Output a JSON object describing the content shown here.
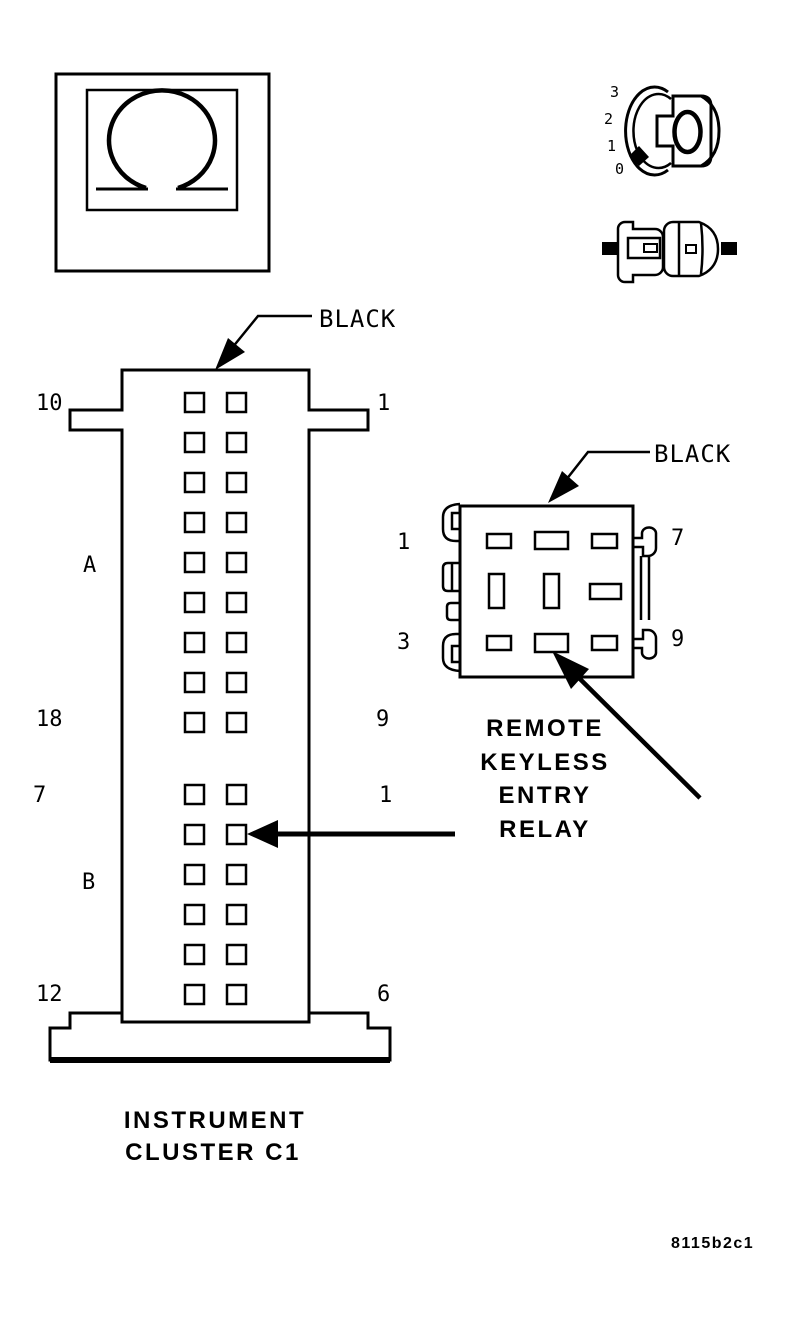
{
  "colors": {
    "ink": "#000000",
    "background": "#ffffff"
  },
  "icons": {
    "ohmmeter": {
      "name": "ohmmeter-symbol"
    },
    "dial": {
      "positions": [
        "3",
        "2",
        "1",
        "0"
      ],
      "knob_label": "0"
    },
    "connector_pair": {
      "name": "disconnect-connector-symbol"
    }
  },
  "cluster_connector": {
    "color_label": "BLACK",
    "caption": [
      "INSTRUMENT",
      "CLUSTER C1"
    ],
    "section_a": {
      "label": "A",
      "rows": 9,
      "top_left_pin": "10",
      "top_right_pin": "1",
      "bottom_left_pin": "18",
      "bottom_right_pin": "9"
    },
    "section_b": {
      "label": "B",
      "rows": 6,
      "top_left_pin": "7",
      "top_right_pin": "1",
      "bottom_left_pin": "12",
      "bottom_right_pin": "6"
    }
  },
  "relay_connector": {
    "color_label": "BLACK",
    "caption": [
      "REMOTE",
      "KEYLESS",
      "ENTRY",
      "RELAY"
    ],
    "pin_labels": {
      "top_left": "1",
      "top_right": "7",
      "bottom_left": "3",
      "bottom_right": "9"
    }
  },
  "footer": {
    "figure_code": "8115b2c1"
  }
}
